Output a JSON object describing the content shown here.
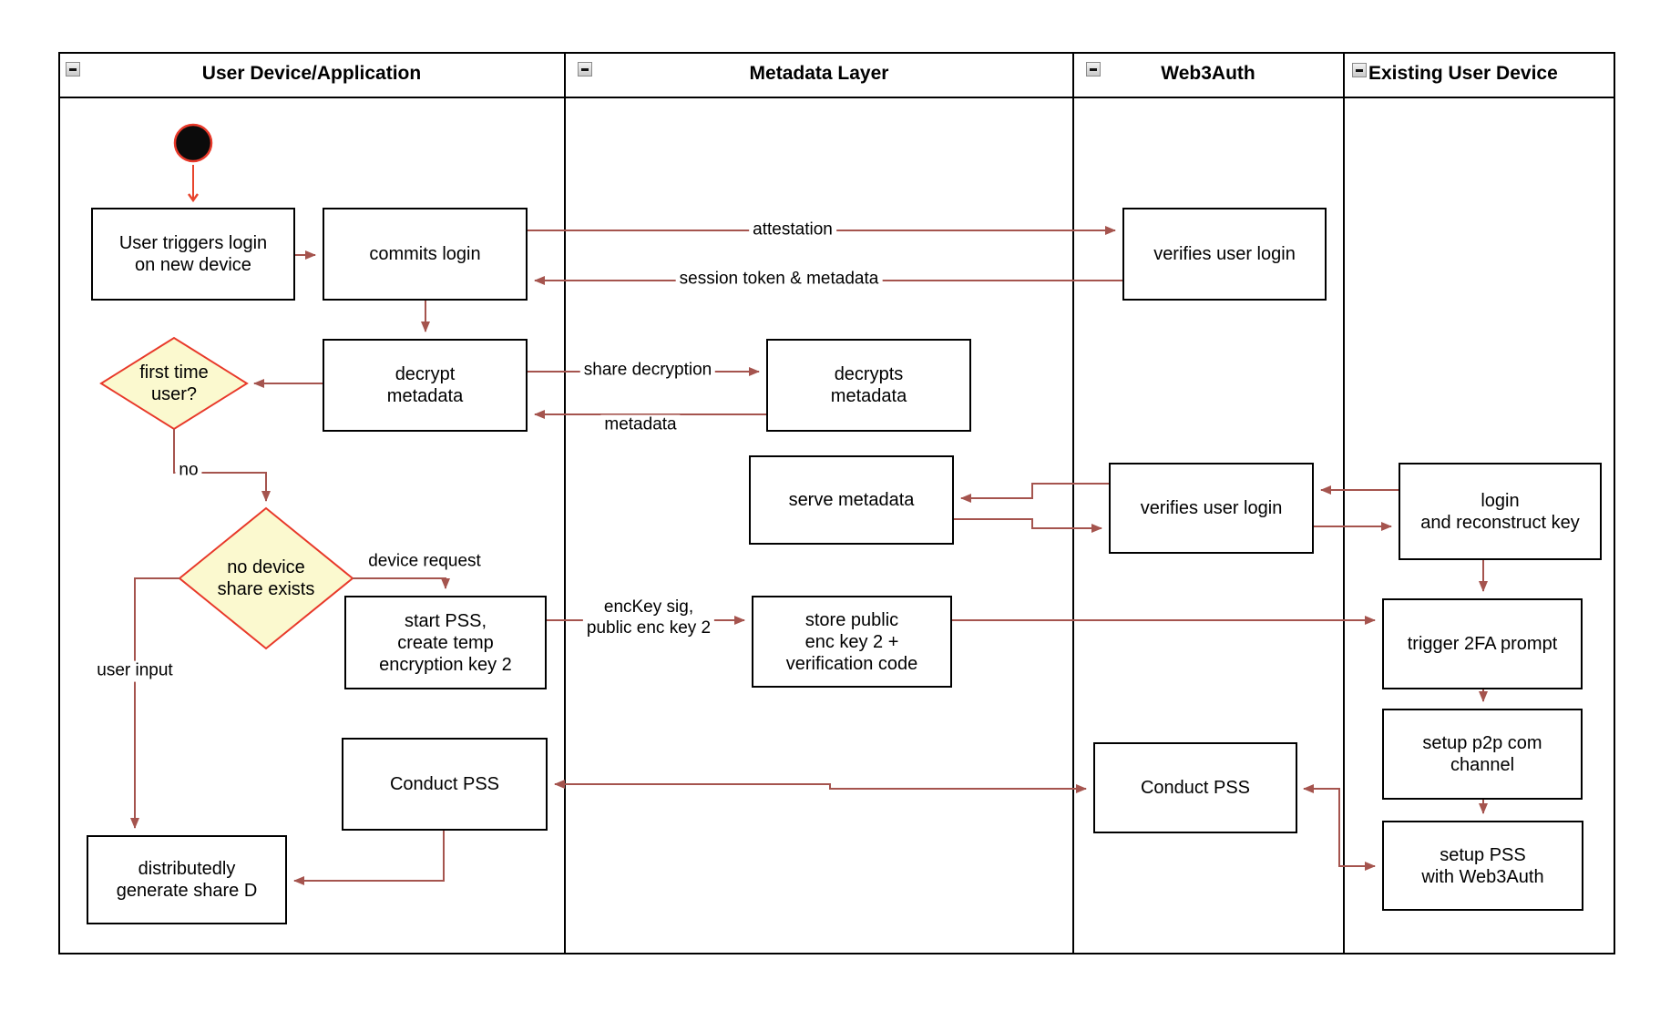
{
  "lanes": [
    {
      "label": "User Device/Application"
    },
    {
      "label": "Metadata Layer"
    },
    {
      "label": "Web3Auth"
    },
    {
      "label": "Existing User Device"
    }
  ],
  "nodes": {
    "user_triggers": "User triggers login\non new device",
    "commits_login": "commits login",
    "verifies_login_1": "verifies user login",
    "decrypt_metadata": "decrypt\nmetadata",
    "decrypts_metadata": "decrypts\nmetadata",
    "serve_metadata": "serve metadata",
    "verifies_login_2": "verifies user login",
    "login_reconstruct": "login\nand reconstruct key",
    "start_pss": "start PSS,\ncreate temp\nencryption key 2",
    "store_public": "store public\nenc key 2 +\nverification code",
    "trigger_2fa": "trigger 2FA prompt",
    "setup_p2p": "setup p2p com\nchannel",
    "setup_pss": "setup PSS\nwith Web3Auth",
    "conduct_pss_user": "Conduct PSS",
    "conduct_pss_web3auth": "Conduct PSS",
    "generate_share_d": "distributedly\ngenerate share D"
  },
  "decisions": {
    "first_time": "first time\nuser?",
    "no_device_share": "no device\nshare exists"
  },
  "edge_labels": {
    "attestation": "attestation",
    "session_token": "session token & metadata",
    "share_decryption": "share decryption",
    "metadata": "metadata",
    "no": "no",
    "device_request": "device request",
    "enckey": "encKey sig,\npublic enc key 2",
    "user_input": "user input"
  },
  "colors": {
    "flow_arrow": "#A5544E",
    "start_arrow": "#E8442C",
    "decision_border": "#E8392A",
    "decision_fill": "#FBF9CF",
    "node_border": "#000000",
    "start_node_fill": "#0B0B0B"
  }
}
